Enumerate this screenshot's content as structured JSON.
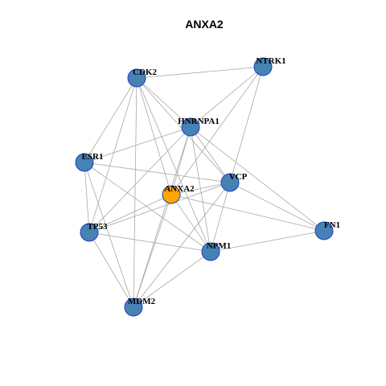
{
  "title": "ANXA2",
  "colors": {
    "node": "#4682b4",
    "highlight": "#ffa500",
    "node_border": "#1f3fbf",
    "edge": "#a8a8a8"
  },
  "nodes": [
    {
      "id": "CDK2",
      "label": "CDK2",
      "highlight": false
    },
    {
      "id": "NTRK1",
      "label": "NTRK1",
      "highlight": false
    },
    {
      "id": "HNRNPA1",
      "label": "HNRNPA1",
      "highlight": false
    },
    {
      "id": "ESR1",
      "label": "ESR1",
      "highlight": false
    },
    {
      "id": "VCP",
      "label": "VCP",
      "highlight": false
    },
    {
      "id": "ANXA2",
      "label": "ANXA2",
      "highlight": true
    },
    {
      "id": "TP53",
      "label": "TP53",
      "highlight": false
    },
    {
      "id": "FN1",
      "label": "FN1",
      "highlight": false
    },
    {
      "id": "NPM1",
      "label": "NPM1",
      "highlight": false
    },
    {
      "id": "MDM2",
      "label": "MDM2",
      "highlight": false
    }
  ],
  "edges": [
    [
      "CDK2",
      "NTRK1"
    ],
    [
      "CDK2",
      "HNRNPA1"
    ],
    [
      "CDK2",
      "VCP"
    ],
    [
      "CDK2",
      "ESR1"
    ],
    [
      "CDK2",
      "TP53"
    ],
    [
      "CDK2",
      "ANXA2"
    ],
    [
      "CDK2",
      "NPM1"
    ],
    [
      "CDK2",
      "MDM2"
    ],
    [
      "NTRK1",
      "HNRNPA1"
    ],
    [
      "NTRK1",
      "VCP"
    ],
    [
      "NTRK1",
      "ANXA2"
    ],
    [
      "HNRNPA1",
      "ESR1"
    ],
    [
      "HNRNPA1",
      "VCP"
    ],
    [
      "HNRNPA1",
      "TP53"
    ],
    [
      "HNRNPA1",
      "FN1"
    ],
    [
      "HNRNPA1",
      "NPM1"
    ],
    [
      "HNRNPA1",
      "MDM2"
    ],
    [
      "HNRNPA1",
      "ANXA2"
    ],
    [
      "ESR1",
      "VCP"
    ],
    [
      "ESR1",
      "NPM1"
    ],
    [
      "ESR1",
      "TP53"
    ],
    [
      "ESR1",
      "MDM2"
    ],
    [
      "VCP",
      "FN1"
    ],
    [
      "VCP",
      "NPM1"
    ],
    [
      "VCP",
      "TP53"
    ],
    [
      "VCP",
      "MDM2"
    ],
    [
      "VCP",
      "ANXA2"
    ],
    [
      "ANXA2",
      "TP53"
    ],
    [
      "ANXA2",
      "FN1"
    ],
    [
      "ANXA2",
      "MDM2"
    ],
    [
      "ANXA2",
      "NPM1"
    ],
    [
      "TP53",
      "NPM1"
    ],
    [
      "TP53",
      "MDM2"
    ],
    [
      "NPM1",
      "FN1"
    ],
    [
      "NPM1",
      "MDM2"
    ]
  ]
}
